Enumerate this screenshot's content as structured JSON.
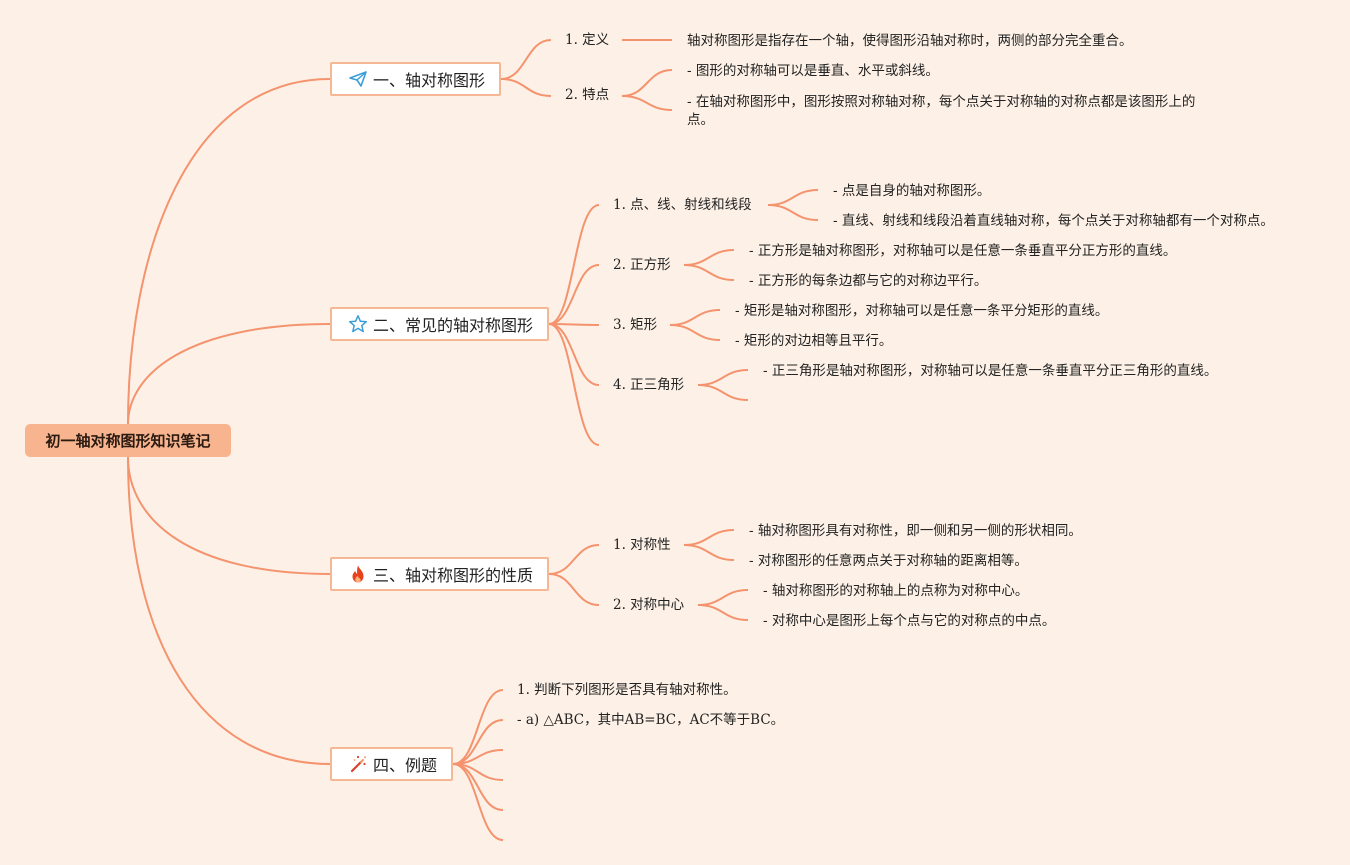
{
  "root": {
    "title": "初一轴对称图形知识笔记"
  },
  "branches": [
    {
      "title": "一、轴对称图形",
      "icon": "paper-plane-icon",
      "subs": [
        {
          "label": "1. 定义",
          "items": [
            "轴对称图形是指存在一个轴，使得图形沿轴对称时，两侧的部分完全重合。"
          ]
        },
        {
          "label": "2. 特点",
          "items": [
            "- 图形的对称轴可以是垂直、水平或斜线。",
            "- 在轴对称图形中，图形按照对称轴对称，每个点关于对称轴的对称点都是该图形上的点。"
          ]
        }
      ]
    },
    {
      "title": "二、常见的轴对称图形",
      "icon": "star-icon",
      "subs": [
        {
          "label": "1. 点、线、射线和线段",
          "items": [
            "- 点是自身的轴对称图形。",
            "- 直线、射线和线段沿着直线轴对称，每个点关于对称轴都有一个对称点。"
          ]
        },
        {
          "label": "2. 正方形",
          "items": [
            "- 正方形是轴对称图形，对称轴可以是任意一条垂直平分正方形的直线。",
            "- 正方形的每条边都与它的对称边平行。"
          ]
        },
        {
          "label": "3. 矩形",
          "items": [
            "- 矩形是轴对称图形，对称轴可以是任意一条平分矩形的直线。",
            "- 矩形的对边相等且平行。"
          ]
        },
        {
          "label": "4. 正三角形",
          "items": [
            "- 正三角形是轴对称图形，对称轴可以是任意一条垂直平分正三角形的直线。",
            ""
          ]
        },
        {
          "label": "",
          "items": []
        }
      ]
    },
    {
      "title": "三、轴对称图形的性质",
      "icon": "flame-icon",
      "subs": [
        {
          "label": "1. 对称性",
          "items": [
            "- 轴对称图形具有对称性，即一侧和另一侧的形状相同。",
            "- 对称图形的任意两点关于对称轴的距离相等。"
          ]
        },
        {
          "label": "2. 对称中心",
          "items": [
            "- 轴对称图形的对称轴上的点称为对称中心。",
            "- 对称中心是图形上每个点与它的对称点的中点。"
          ]
        }
      ]
    },
    {
      "title": "四、例题",
      "icon": "magic-wand-icon",
      "subs": [
        {
          "label": "1. 判断下列图形是否具有轴对称性。",
          "items": []
        },
        {
          "label": "- a) △ABC，其中AB=BC，AC不等于BC。",
          "items": []
        },
        {
          "label": "",
          "items": []
        },
        {
          "label": "",
          "items": []
        },
        {
          "label": "",
          "items": []
        }
      ]
    }
  ],
  "colors": {
    "background": "#fdf1e7",
    "root_fill": "#f7b48f",
    "line": "#f4936e",
    "branch_border": "#f6b795"
  }
}
